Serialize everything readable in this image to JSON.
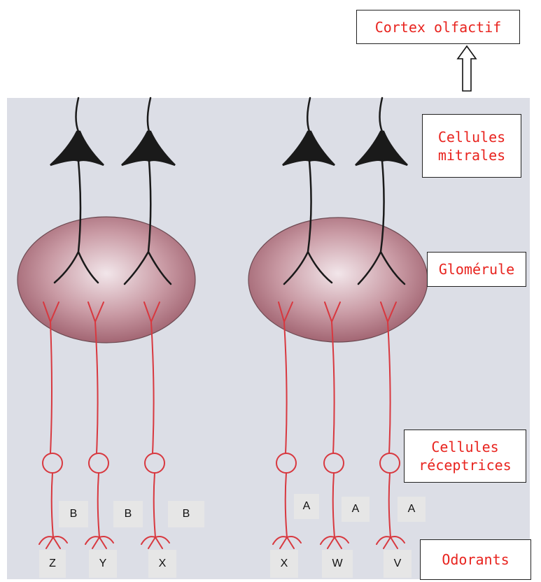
{
  "labels": {
    "cortex": "Cortex olfactif",
    "mitral": "Cellules\nmitrales",
    "glomerule": "Glomérule",
    "receptor": "Cellules\nréceptrices",
    "odorants": "Odorants"
  },
  "left_group": {
    "letters": [
      "B",
      "B",
      "B"
    ],
    "receptors": [
      "Z",
      "Y",
      "X"
    ]
  },
  "right_group": {
    "letters": [
      "A",
      "A",
      "A"
    ],
    "receptors": [
      "X",
      "W",
      "V"
    ]
  },
  "colors": {
    "neuron_red": "#d8383f",
    "mitral_black": "#1a1a1a",
    "glomerule_fill": "#b87a86",
    "label_red": "#e8231e"
  }
}
